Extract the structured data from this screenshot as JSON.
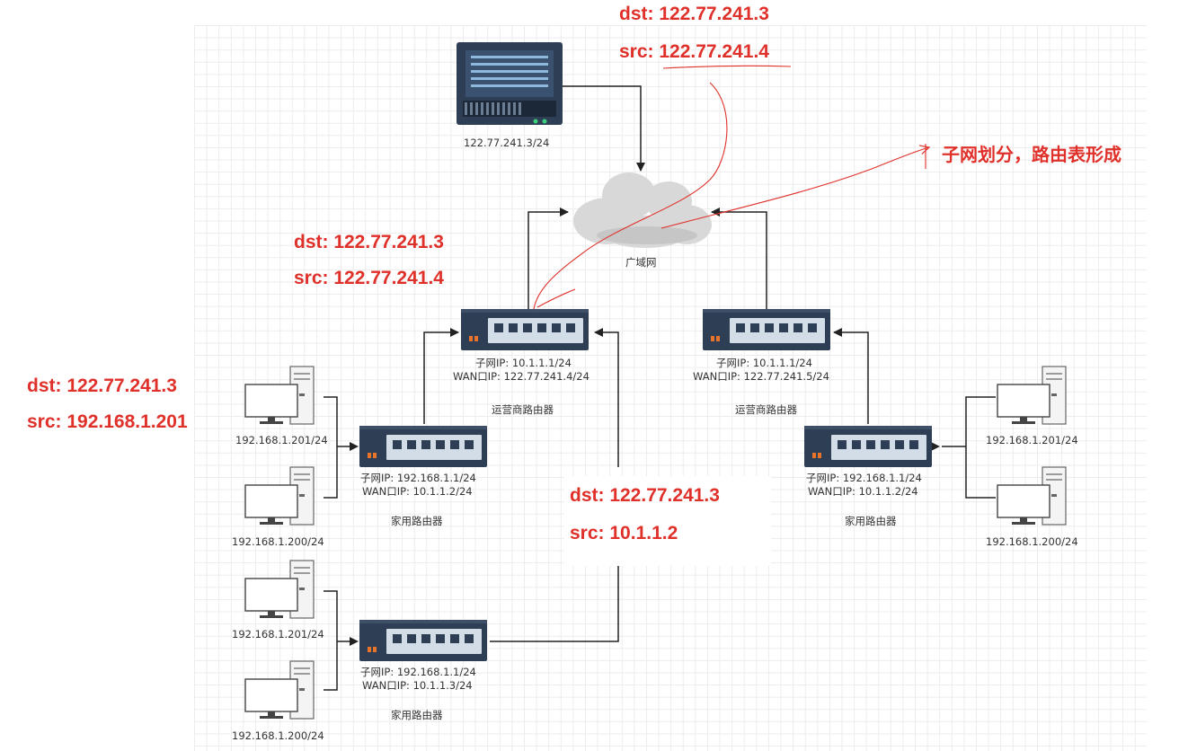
{
  "server": {
    "ip": "122.77.241.3/24"
  },
  "cloud": {
    "label": "广域网"
  },
  "isp_left": {
    "subnet_ip": "子网IP:   10.1.1.1/24",
    "wan_ip": "WAN口IP:  122.77.241.4/24",
    "label": "运营商路由器"
  },
  "isp_right": {
    "subnet_ip": "子网IP:   10.1.1.1/24",
    "wan_ip": "WAN口IP:  122.77.241.5/24",
    "label": "运营商路由器"
  },
  "home_left_top": {
    "subnet_ip": "子网IP:   192.168.1.1/24",
    "wan_ip": "WAN口IP:  10.1.1.2/24",
    "label": "家用路由器"
  },
  "home_left_bottom": {
    "subnet_ip": "子网IP:   192.168.1.1/24",
    "wan_ip": "WAN口IP:  10.1.1.3/24",
    "label": "家用路由器"
  },
  "home_right": {
    "subnet_ip": "子网IP:   192.168.1.1/24",
    "wan_ip": "WAN口IP:  10.1.1.2/24",
    "label": "家用路由器"
  },
  "pcs": {
    "lt1": "192.168.1.201/24",
    "lt2": "192.168.1.200/24",
    "lb1": "192.168.1.201/24",
    "lb2": "192.168.1.200/24",
    "r1": "192.168.1.201/24",
    "r2": "192.168.1.200/24"
  },
  "annotations": {
    "top_dst": "dst: 122.77.241.3",
    "top_src": "src:  122.77.241.4",
    "mid_dst": "dst: 122.77.241.3",
    "mid_src": "src:  122.77.241.4",
    "left_dst": "dst: 122.77.241.3",
    "left_src": "src: 192.168.1.201",
    "center_dst": "dst: 122.77.241.3",
    "center_src": "src:  10.1.1.2",
    "note": "子网划分，路由表形成"
  },
  "colors": {
    "annotation": "#e0302a",
    "device": "#2d3e55",
    "port": "#d2dde8"
  }
}
